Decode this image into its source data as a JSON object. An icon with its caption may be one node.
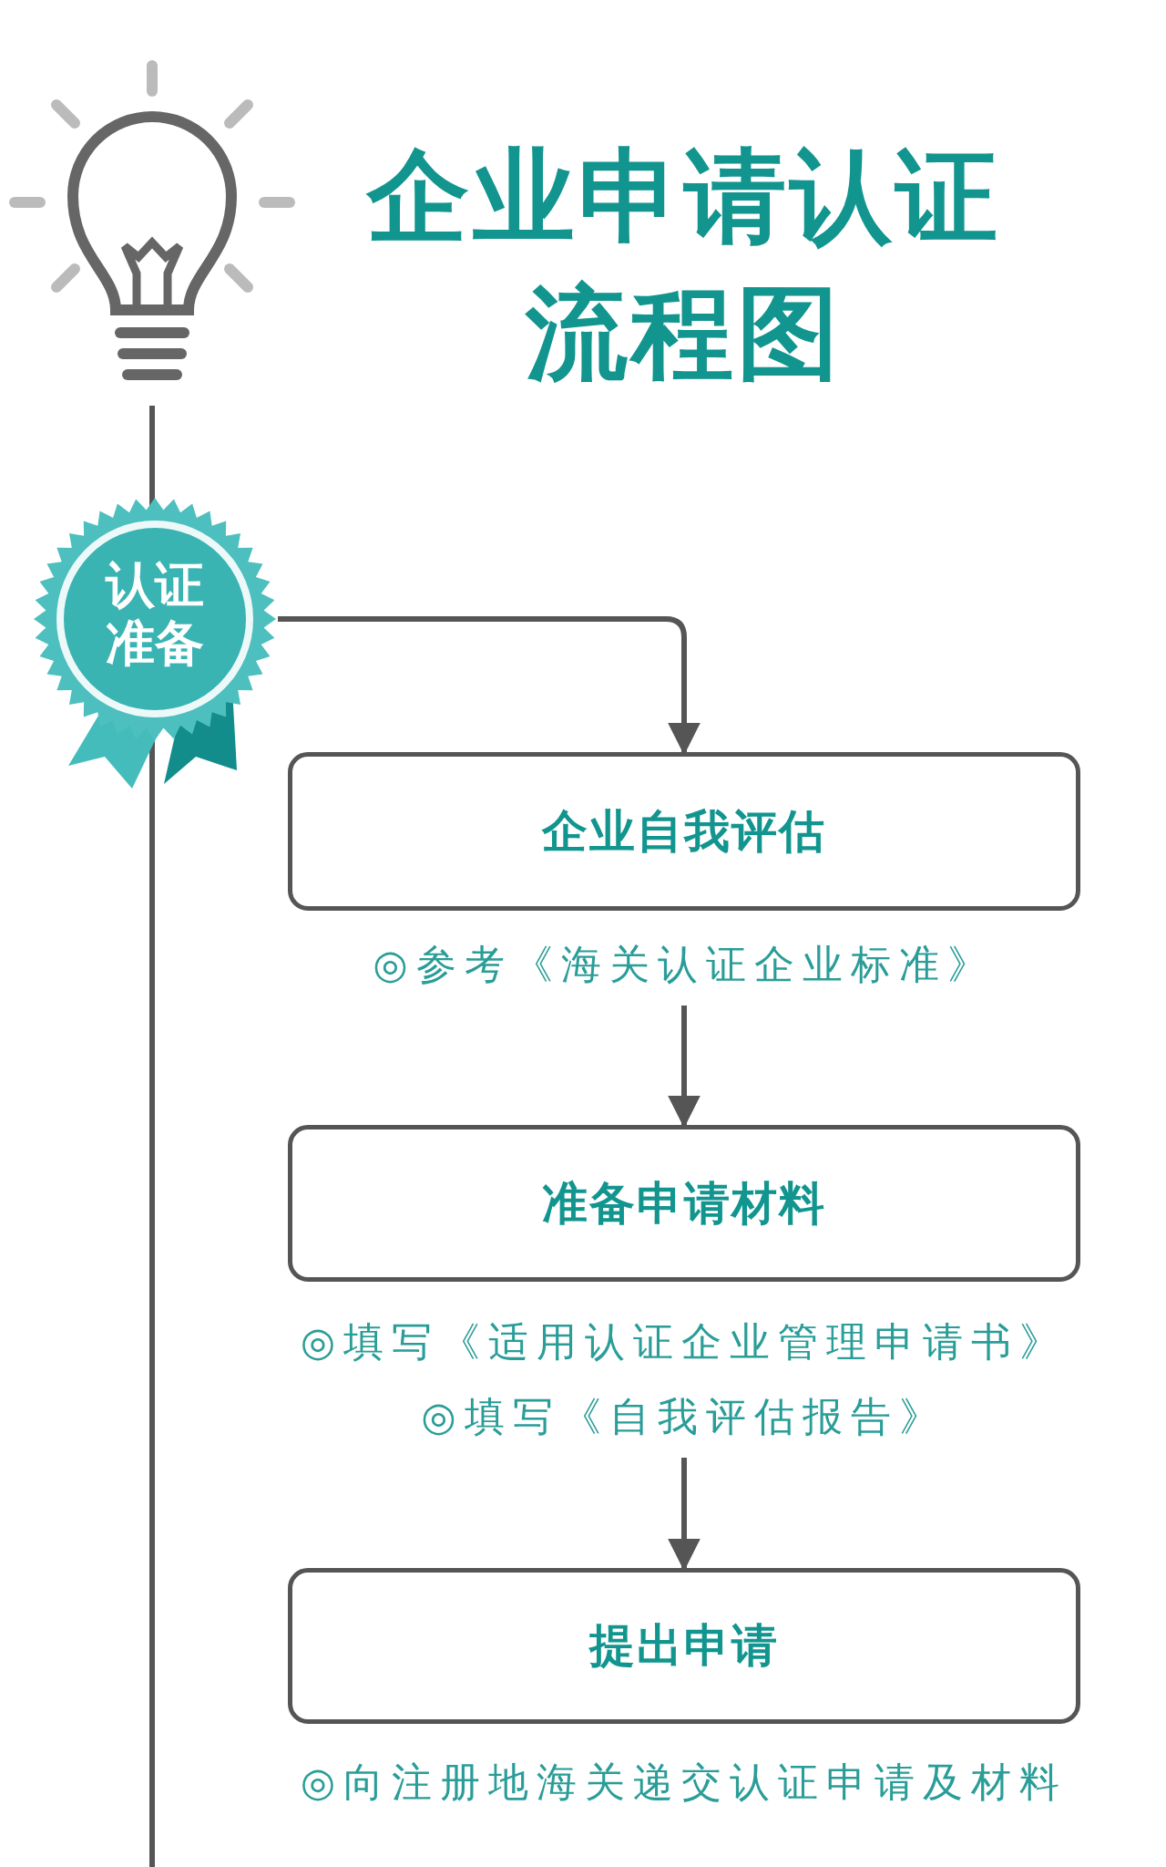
{
  "diagram": {
    "title": "企业申请认证流程图",
    "nodes": [
      {
        "text": [
          "认证准备"
        ]
      },
      {
        "text": [
          "企业自我评估"
        ],
        "beside": [
          "◎参考《海关认证企业标准》"
        ]
      },
      {
        "text": [
          "准备申请材料"
        ],
        "beside": [
          "◎填写《适用认证企业管理申请书》",
          "◎填写《自我评估报告》"
        ]
      },
      {
        "text": [
          "提出申请"
        ],
        "beside": [
          "◎向注册地海关递交认证申请及材料"
        ]
      }
    ],
    "edges": [
      {
        "from": 0,
        "to": 1,
        "arrow": "to"
      },
      {
        "from": 1,
        "to": 2,
        "arrow": "to"
      },
      {
        "from": 2,
        "to": 3,
        "arrow": "to"
      }
    ]
  }
}
